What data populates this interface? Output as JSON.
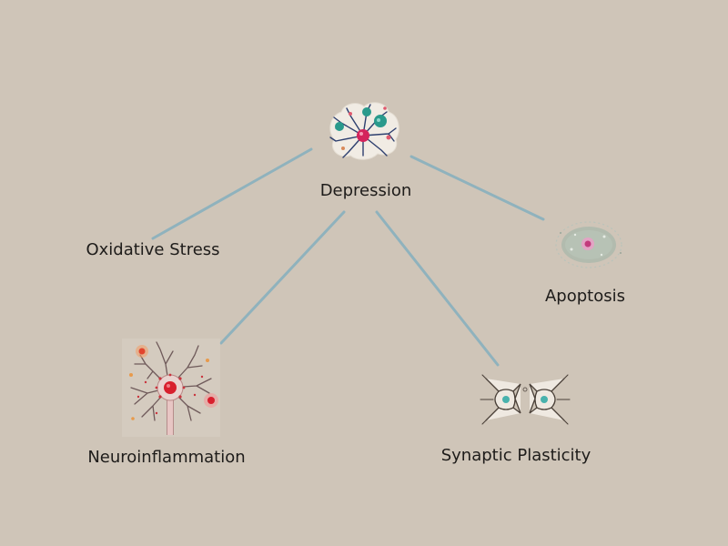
{
  "diagram": {
    "center": {
      "label": "Depression",
      "icon": "neural-network-icon"
    },
    "branches": [
      {
        "id": "oxidative-stress",
        "label": "Oxidative Stress"
      },
      {
        "id": "apoptosis",
        "label": "Apoptosis",
        "icon": "apoptotic-cell-icon"
      },
      {
        "id": "neuroinflammation",
        "label": "Neuroinflammation",
        "icon": "inflamed-neuron-icon"
      },
      {
        "id": "synaptic-plasticity",
        "label": "Synaptic Plasticity",
        "icon": "synapse-icon"
      }
    ]
  },
  "colors": {
    "background": "#cfc5b8",
    "connector": "#8fb2bd",
    "text": "#1e1c1a",
    "inflammation_red": "#d8202e",
    "node_teal": "#2a9a8c",
    "node_pink": "#d4245c"
  }
}
